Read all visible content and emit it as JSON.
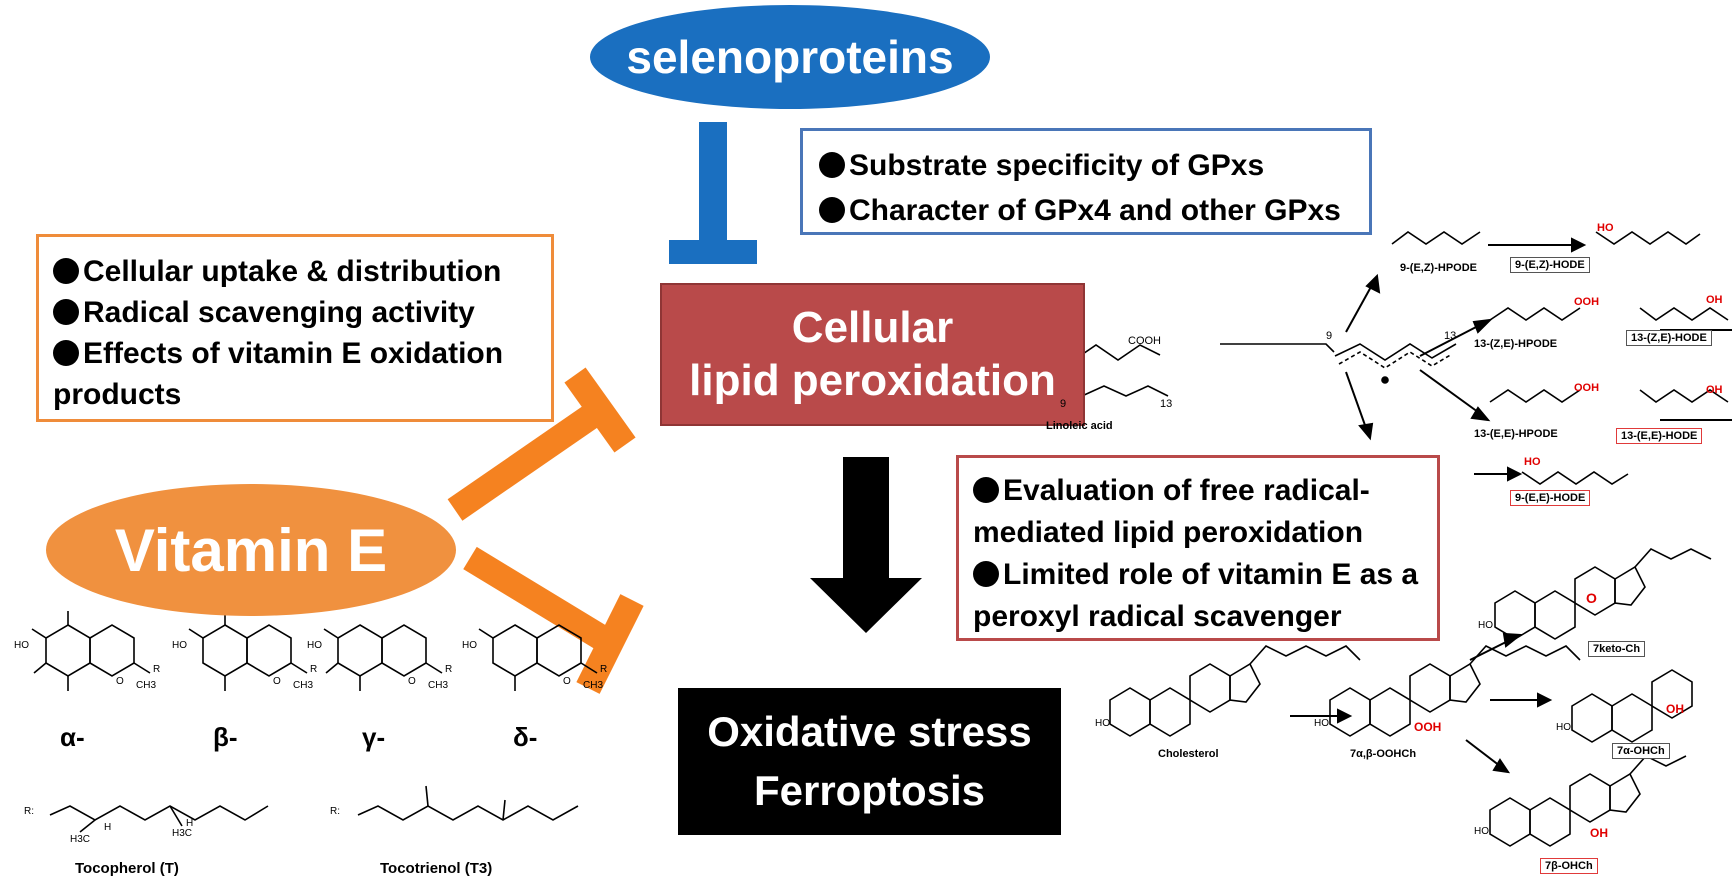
{
  "nodes": {
    "selenoproteins": "selenoproteins",
    "vitamin_e": "Vitamin E",
    "lipid_peroxidation": [
      "Cellular",
      "lipid peroxidation"
    ],
    "oxidative_stress": [
      "Oxidative stress",
      "Ferroptosis"
    ]
  },
  "boxes": {
    "gpx_topics": [
      "Substrate specificity of GPxs",
      "Character of GPx4 and other GPxs"
    ],
    "vitamin_e_topics": [
      "Cellular uptake & distribution",
      "Radical scavenging activity",
      "Effects of vitamin E oxidation",
      "products"
    ],
    "radical_topics": [
      "Evaluation of free radical-",
      "mediated lipid peroxidation",
      "Limited role of vitamin E as a",
      "peroxyl radical scavenger"
    ]
  },
  "vitamin_e_structures": {
    "isomers": [
      "α-",
      "β-",
      "γ-",
      "δ-"
    ],
    "side_chains": [
      "Tocopherol (T)",
      "Tocotrienol (T3)"
    ],
    "atoms": {
      "ho": "HO",
      "o": "O",
      "r": "R",
      "ch3": "CH3",
      "r_colon": "R:",
      "h3c": "H3C",
      "h": "H"
    }
  },
  "linoleic_pathway": {
    "substrate": "Linoleic acid",
    "cooh": "COOH",
    "positions": [
      "9",
      "13"
    ],
    "intermediates": [
      "9-(E,Z)-HPODE",
      "13-(Z,E)-HPODE",
      "13-(E,E)-HPODE"
    ],
    "products": [
      {
        "label": "9-(E,Z)-HODE",
        "border": "gray"
      },
      {
        "label": "13-(Z,E)-HODE",
        "border": "gray"
      },
      {
        "label": "13-(E,E)-HODE",
        "border": "red"
      },
      {
        "label": "9-(E,E)-HODE",
        "border": "red"
      }
    ],
    "groups": {
      "ooh": "OOH",
      "oh": "OH",
      "ho": "HO"
    }
  },
  "cholesterol_pathway": {
    "substrate": "Cholesterol",
    "intermediate": "7α,β-OOHCh",
    "products": [
      {
        "label": "7keto-Ch",
        "border": "gray"
      },
      {
        "label": "7α-OHCh",
        "border": "gray"
      },
      {
        "label": "7β-OHCh",
        "border": "red"
      }
    ],
    "groups": {
      "ho": "HO",
      "ooh": "OOH",
      "oh": "OH",
      "o": "O"
    }
  },
  "colors": {
    "selenoproteins": "#1a6fc0",
    "vitamin_e": "#f0913f",
    "lipid_peroxidation": "#b94a4a",
    "oxidative_stress": "#000000",
    "gpx_border": "#4a76b8",
    "vitamin_border": "#ef8c3a",
    "radical_border": "#b94a4a",
    "highlight": "#e00000"
  }
}
